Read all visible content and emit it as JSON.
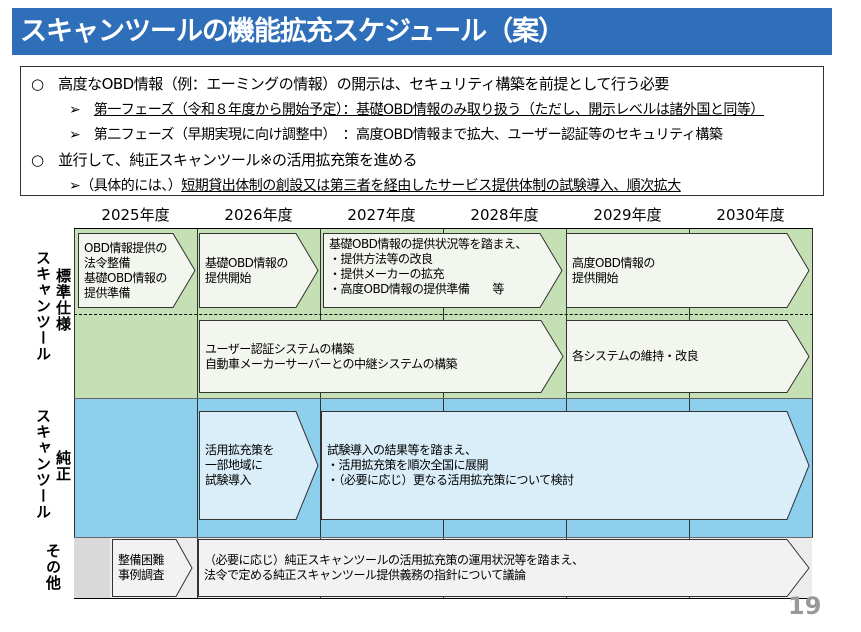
{
  "title": "スキャンツールの機能拡充スケジュール（案）",
  "summary": {
    "bullet1": "○　高度なOBD情報（例：エーミングの情報）の開示は、セキュリティ構築を前提として行う必要",
    "phase1": "第一フェーズ（令和８年度から開始予定）：基礎OBD情報のみ取り扱う（ただし、開示レベルは諸外国と同等）",
    "phase2": "第二フェーズ（早期実現に向け調整中）　：高度OBD情報まで拡大、ユーザー認証等のセキュリティ構築",
    "bullet2": "○　並行して、純正スキャンツール※の活用拡充策を進める",
    "detail_prefix": "（具体的には、）",
    "detail": "短期貸出体制の創設又は第三者を経由したサービス提供体制の試験導入、順次拡大",
    "marker": "➢"
  },
  "years": [
    "2025年度",
    "2026年度",
    "2027年度",
    "2028年度",
    "2029年度",
    "2030年度"
  ],
  "rows": {
    "standard": {
      "outer": "スキャンツール",
      "inner": "標準仕様",
      "color": "#c5e0b4"
    },
    "genuine": {
      "outer": "スキャンツール",
      "inner": "純正",
      "color": "#8ecfee"
    },
    "other": {
      "label": "その他",
      "color": "#d9d9d9"
    }
  },
  "arrows": {
    "a1": [
      "OBD情報提供の",
      "法令整備",
      "基礎OBD情報の",
      "提供準備"
    ],
    "a2": [
      "基礎OBD情報の",
      "提供開始"
    ],
    "a3": [
      "基礎OBD情報の提供状況等を踏まえ、",
      "・提供方法等の改良",
      "・提供メーカーの拡充",
      "・高度OBD情報の提供準備　　等"
    ],
    "a4": [
      "高度OBD情報の",
      "提供開始"
    ],
    "a5": [
      "ユーザー認証システムの構築",
      "自動車メーカーサーバーとの中継システムの構築"
    ],
    "a6": [
      "各システムの維持・改良"
    ],
    "a7": [
      "活用拡充策を",
      "一部地域に",
      "試験導入"
    ],
    "a8": [
      "試験導入の結果等を踏まえ、",
      "・活用拡充策を順次全国に展開",
      "・（必要に応じ）更なる活用拡充策について検討"
    ],
    "a9": [
      "整備困難",
      "事例調査"
    ],
    "a10": [
      "（必要に応じ）純正スキャンツールの活用拡充策の運用状況等を踏まえ、",
      "法令で定める純正スキャンツール提供義務の指針について議論"
    ]
  },
  "page_number": "19"
}
